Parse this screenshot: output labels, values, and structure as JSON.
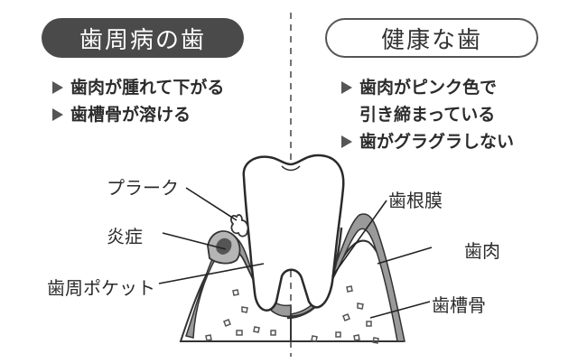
{
  "diagram": {
    "left_title": "歯周病の歯",
    "right_title": "健康な歯",
    "left_points": [
      "歯肉が腫れて下がる",
      "歯槽骨が溶ける"
    ],
    "right_points": [
      {
        "text": "歯肉がピンク色で",
        "bullet": true
      },
      {
        "text": "引き締まっている",
        "bullet": false
      },
      {
        "text": "歯がグラグラしない",
        "bullet": true
      }
    ],
    "labels": {
      "plaque": "プラーク",
      "inflammation": "炎症",
      "pocket": "歯周ポケット",
      "ligament": "歯根膜",
      "gum": "歯肉",
      "bone": "歯槽骨"
    }
  }
}
